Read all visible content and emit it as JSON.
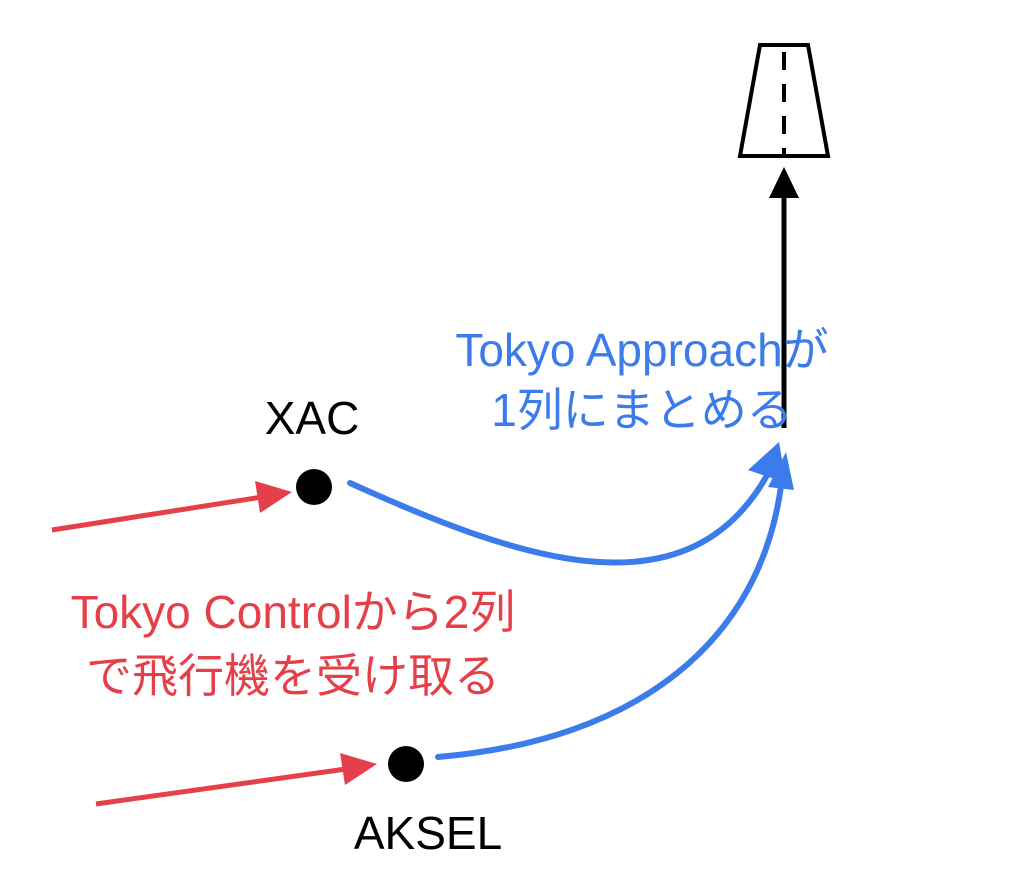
{
  "colors": {
    "background": "#ffffff",
    "red": "#e5404a",
    "blue": "#3b7bea",
    "black": "#000000"
  },
  "waypoints": [
    {
      "name": "XAC"
    },
    {
      "name": "AKSEL"
    }
  ],
  "labels": {
    "approach_line1": "Tokyo Approachが",
    "approach_line2": "1列にまとめる",
    "control_line1": "Tokyo Controlから2列",
    "control_line2": "で飛行機を受け取る"
  },
  "icons": {
    "runway": "runway-icon",
    "waypoint": "waypoint-dot"
  }
}
